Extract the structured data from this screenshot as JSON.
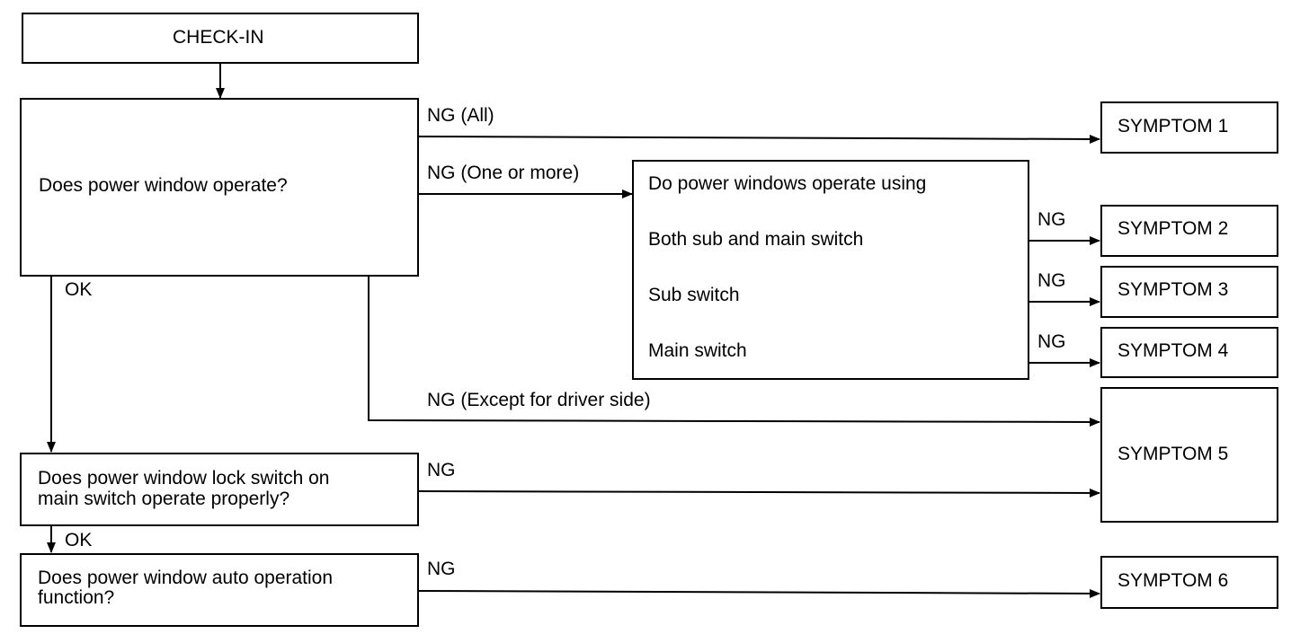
{
  "start": {
    "label": "CHECK-IN"
  },
  "q1": {
    "text": "Does power window operate?"
  },
  "q2": {
    "line1": "Does power window lock switch on",
    "line2": "main switch operate properly?"
  },
  "q3": {
    "line1": "Does power window auto operation",
    "line2": "function?"
  },
  "sub": {
    "title": "Do power windows operate using",
    "opt1": "Both sub and main switch",
    "opt2": "Sub switch",
    "opt3": "Main switch"
  },
  "labels": {
    "ng_all": "NG (All)",
    "ng_one_or_more": "NG (One or more)",
    "ng_except_driver": "NG (Except for driver side)",
    "ng": "NG",
    "ok": "OK"
  },
  "symptoms": {
    "s1": "SYMPTOM 1",
    "s2": "SYMPTOM 2",
    "s3": "SYMPTOM 3",
    "s4": "SYMPTOM 4",
    "s5": "SYMPTOM 5",
    "s6": "SYMPTOM 6"
  }
}
